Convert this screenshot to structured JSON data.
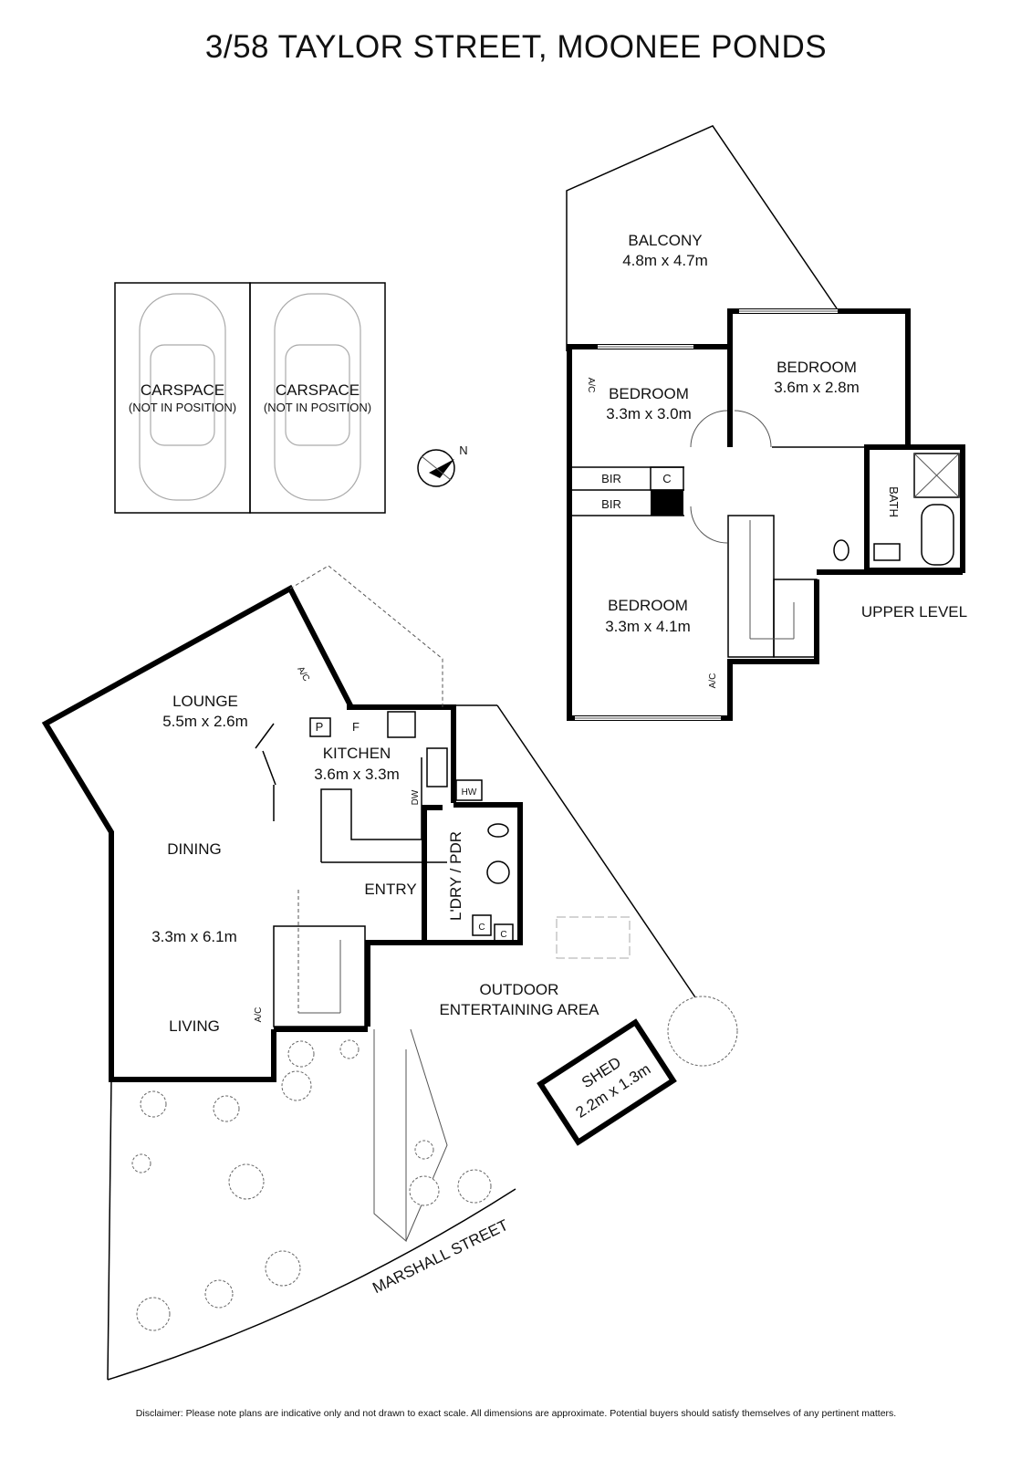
{
  "title": "3/58 TAYLOR STREET, MOONEE PONDS",
  "disclaimer": "Disclaimer: Please note plans are indicative only and not drawn to exact scale. All dimensions are approximate. Potential buyers should satisfy themselves of any pertinent matters.",
  "compass": {
    "north_label": "N"
  },
  "carspaces": [
    {
      "name": "CARSPACE",
      "note": "(NOT IN POSITION)"
    },
    {
      "name": "CARSPACE",
      "note": "(NOT IN POSITION)"
    }
  ],
  "upper_level": {
    "label": "UPPER LEVEL",
    "balcony": {
      "name": "BALCONY",
      "size": "4.8m x 4.7m"
    },
    "bedroom_1": {
      "name": "BEDROOM",
      "size": "3.6m x 2.8m"
    },
    "bedroom_2": {
      "name": "BEDROOM",
      "size": "3.3m x 3.0m"
    },
    "bedroom_3": {
      "name": "BEDROOM",
      "size": "3.3m x 4.1m"
    },
    "bir_1": "BIR",
    "bir_2": "BIR",
    "cupboard": "C",
    "bath": "BATH",
    "ac_1": "A/C",
    "ac_2": "A/C"
  },
  "ground_level": {
    "lounge": {
      "name": "LOUNGE",
      "size": "5.5m x 2.6m"
    },
    "kitchen": {
      "name": "KITCHEN",
      "size": "3.6m x 3.3m"
    },
    "dining": "DINING",
    "dining_living_size": "3.3m x 6.1m",
    "living": "LIVING",
    "entry": "ENTRY",
    "laundry": "L'DRY / PDR",
    "outdoor": {
      "line1": "OUTDOOR",
      "line2": "ENTERTAINING AREA"
    },
    "shed": {
      "name": "SHED",
      "size": "2.2m x 1.3m"
    },
    "pantry": "P",
    "fridge": "F",
    "dishwasher": "DW",
    "hot_water": "HW",
    "cupboard_1": "C",
    "cupboard_2": "C",
    "ac_1": "A/C",
    "ac_2": "A/C",
    "street": "MARSHALL STREET"
  }
}
